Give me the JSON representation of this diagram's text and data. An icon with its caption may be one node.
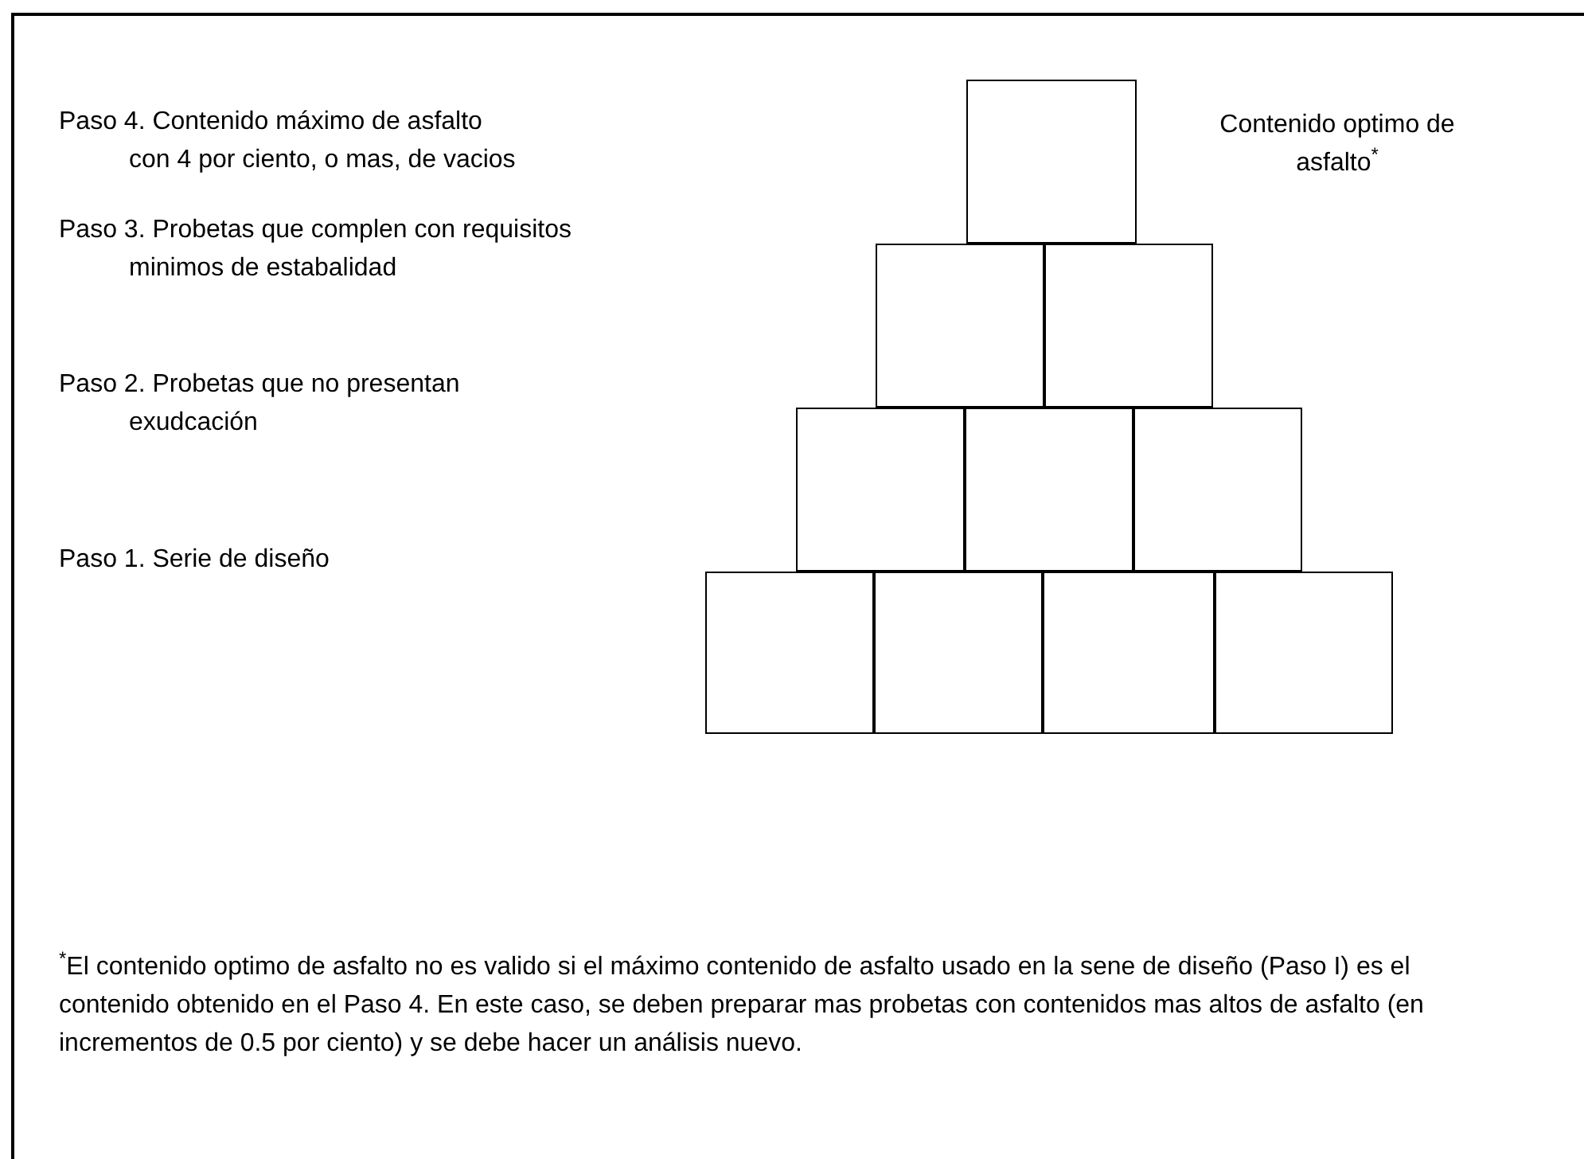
{
  "diagram": {
    "nodes": [
      {
        "text": [],
        "shape": "box"
      },
      {
        "text": [],
        "shape": "box"
      },
      {
        "text": [],
        "shape": "box"
      },
      {
        "text": [],
        "shape": "box"
      },
      {
        "text": [],
        "shape": "box"
      },
      {
        "text": [],
        "shape": "box"
      },
      {
        "text": [],
        "shape": "box"
      },
      {
        "text": [],
        "shape": "box"
      },
      {
        "text": [],
        "shape": "box"
      },
      {
        "text": [],
        "shape": "box"
      }
    ],
    "edges": [],
    "labels": [
      "Paso 4. Contenido máximo de asfalto con 4 por ciento, o mas, de vacios",
      "Contenido optimo de asfalto$^{*}$",
      "Paso 3. Probetas que complen con requisitos minimos de estabalidad",
      "Paso 2. Probetas que no presentan exudcación",
      "Paso 1. Serie de diseño",
      "$^{*}$El contenido optimo de asfalto no es valido si el máximo contenido de asfalto usado en la sene de diseño (Paso I) es el contenido obtenido en el Paso 4.  En este caso, se deben preparar mas probetas con contenidos mas altos de asfalto (en incrementos de 0.5 por ciento) y se debe hacer un análisis nuevo."
    ]
  }
}
